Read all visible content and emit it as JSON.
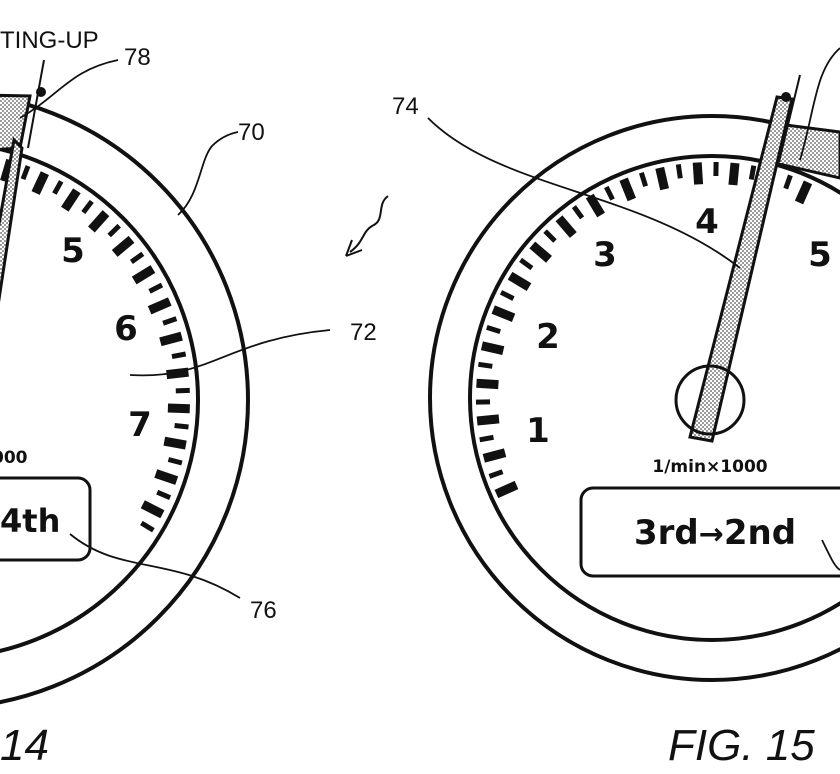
{
  "gauge14": {
    "label_shifting_up": "TING-UP",
    "tick_numbers": [
      "5",
      "6",
      "7"
    ],
    "unit_fragment": "000",
    "gear": "4th",
    "refs": {
      "r78": "78",
      "r70": "70",
      "r72": "72",
      "r76": "76"
    }
  },
  "gauge15": {
    "tick_numbers": [
      "1",
      "2",
      "3",
      "4",
      "5"
    ],
    "unit": "1/min×1000",
    "gear_from": "3rd",
    "gear_arrow": "→",
    "gear_to": "2nd",
    "refs": {
      "r74": "74"
    }
  },
  "figures": {
    "fig14": "14",
    "fig15": "FIG. 15"
  },
  "colors": {
    "ink": "#111111",
    "hatch": "#bdbdbd",
    "paper": "#ffffff"
  }
}
